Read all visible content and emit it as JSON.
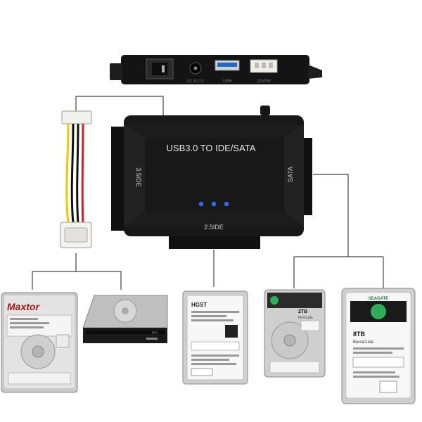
{
  "adapter": {
    "title": "USB3.0 TO IDE/SATA",
    "port_ide35": "3.5IDE",
    "port_ide25": "2.5IDE",
    "port_sata": "SATA",
    "leds_color": "#2f6bff"
  },
  "rear_panel": {
    "label_dc": "DC IN 12V",
    "label_usb": "USB",
    "label_power": "12V/5V"
  },
  "drives": {
    "maxtor": {
      "brand": "Maxtor"
    },
    "optical": {
      "badge": "DVD"
    },
    "hgst": {
      "brand": "HGST"
    },
    "seagate_2tb": {
      "capacity": "2TB",
      "series": "FireCuda"
    },
    "seagate_8tb": {
      "brand": "SEAGATE",
      "capacity": "8TB",
      "series": "BarraCuda"
    }
  },
  "colors": {
    "device_black": "#161616",
    "wire": "#333333",
    "usb_blue": "#1f66c9",
    "seagate_green": "#2fae5a"
  }
}
